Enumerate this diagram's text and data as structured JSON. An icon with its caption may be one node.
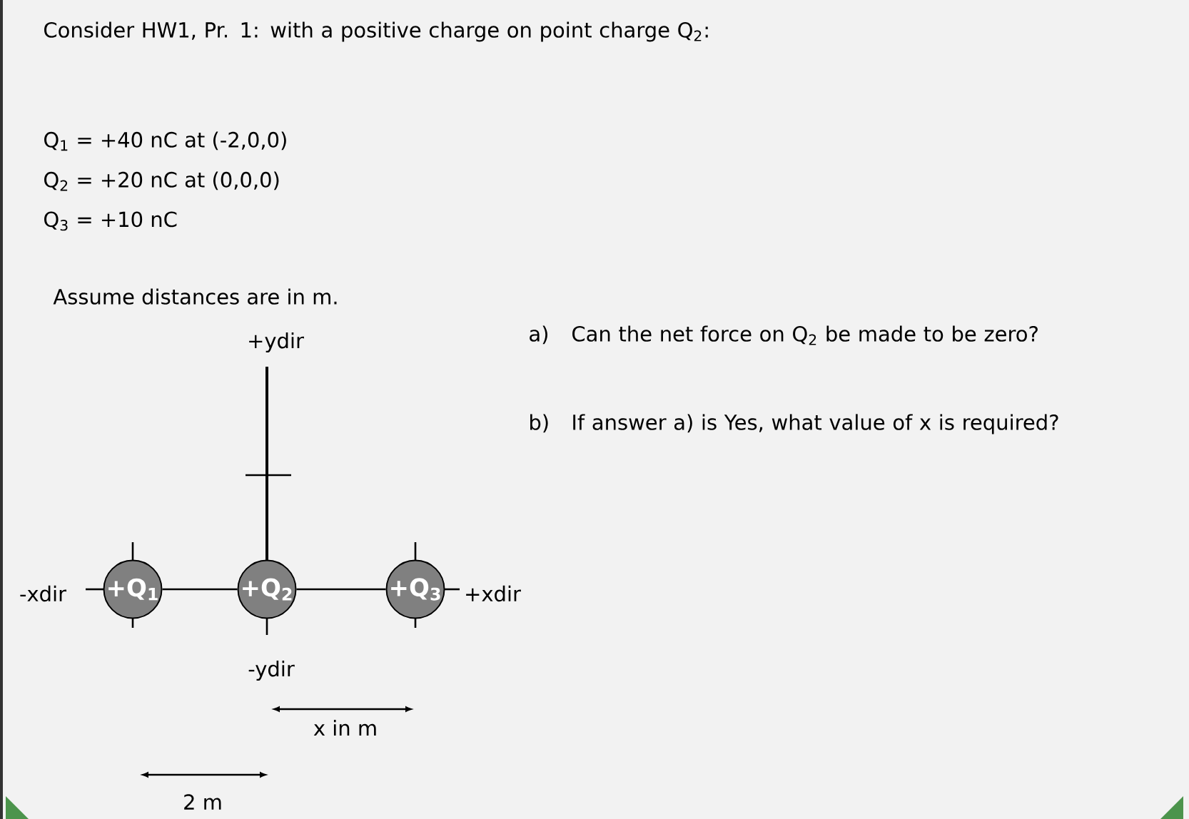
{
  "diagram": {
    "nodes": [
      {
        "text": [
          "+Q$_{1}$"
        ]
      },
      {
        "text": [
          "+Q$_{2}$"
        ]
      },
      {
        "text": [
          "+Q$_{3}$"
        ]
      }
    ],
    "edges": [
      {
        "from": 0,
        "to": 1,
        "arrow": "none"
      },
      {
        "from": 1,
        "to": 2,
        "arrow": "none"
      }
    ],
    "labels": [
      "Consider HW1, Pr. 1: with a positive charge on point charge Q$_{2}$:",
      "Q$_{1}$ = +40 nC at (-2,0,0)",
      "Q$_{2}$ = +20 nC at (0,0,0)",
      "Q$_{3}$ = +10 nC",
      "Assume distances are in m.",
      "+ydir",
      "a)",
      "Can the net force on Q$_{2}$ be made to be zero?",
      "b)",
      "If answer a) is Yes, what value of x is required?",
      "-xdir",
      "+xdir",
      "-ydir",
      "x in m",
      "2 m"
    ]
  }
}
